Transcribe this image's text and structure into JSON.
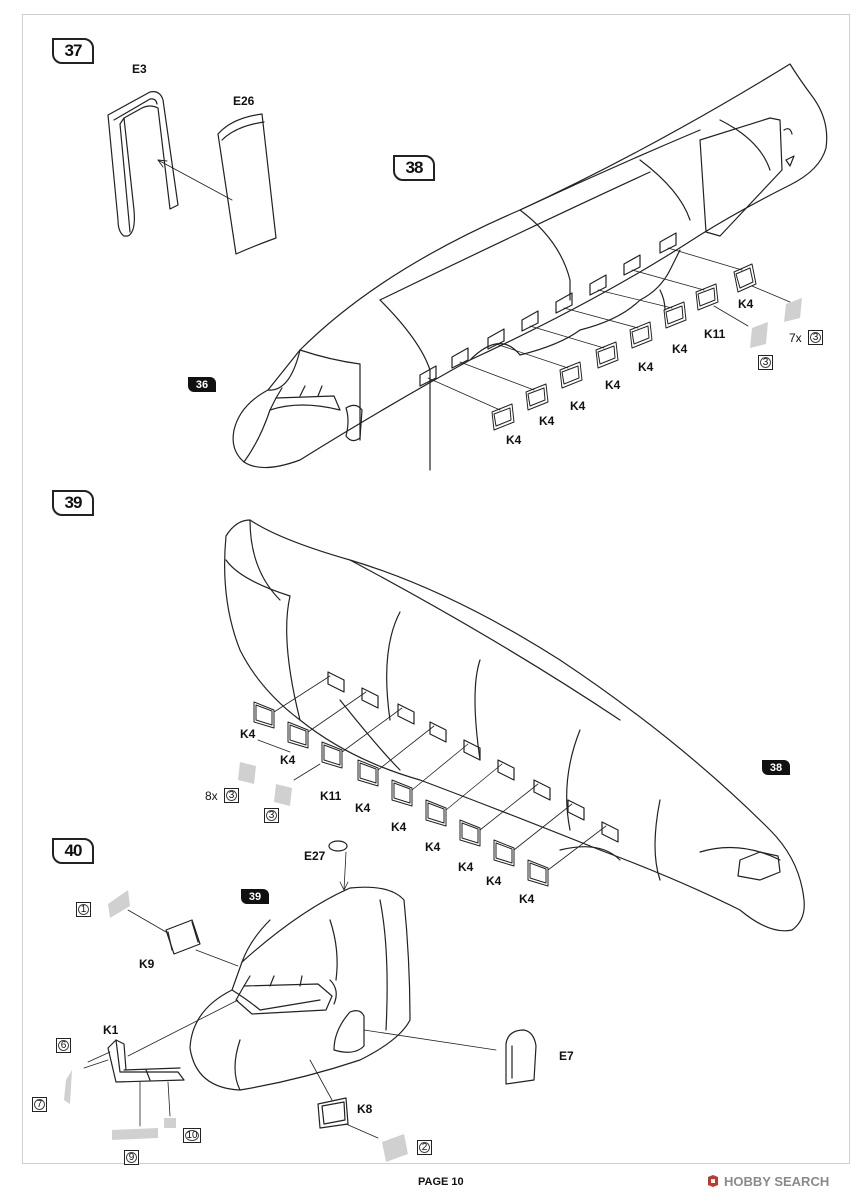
{
  "steps": {
    "s37": "37",
    "s38": "38",
    "s39": "39",
    "s40": "40"
  },
  "refs": {
    "r36": "36",
    "r38": "38",
    "r39": "39"
  },
  "step37": {
    "part_a": "E3",
    "part_b": "E26"
  },
  "step38": {
    "window_part": "K4",
    "door_part": "K11",
    "mask_mult": "7x",
    "mask_num": "3"
  },
  "step39": {
    "window_part": "K4",
    "door_part": "K11",
    "mask_mult": "8x",
    "mask_num": "3"
  },
  "step40": {
    "e27": "E27",
    "k9": "K9",
    "k1": "K1",
    "e7": "E7",
    "k8": "K8",
    "m1": "1",
    "m2": "2",
    "m6": "6",
    "m7": "7",
    "m9": "9",
    "m10": "10"
  },
  "footer": {
    "page": "PAGE 10"
  },
  "watermark": {
    "text": "HOBBY SEARCH",
    "icon": "hobby-search-logo-icon"
  }
}
